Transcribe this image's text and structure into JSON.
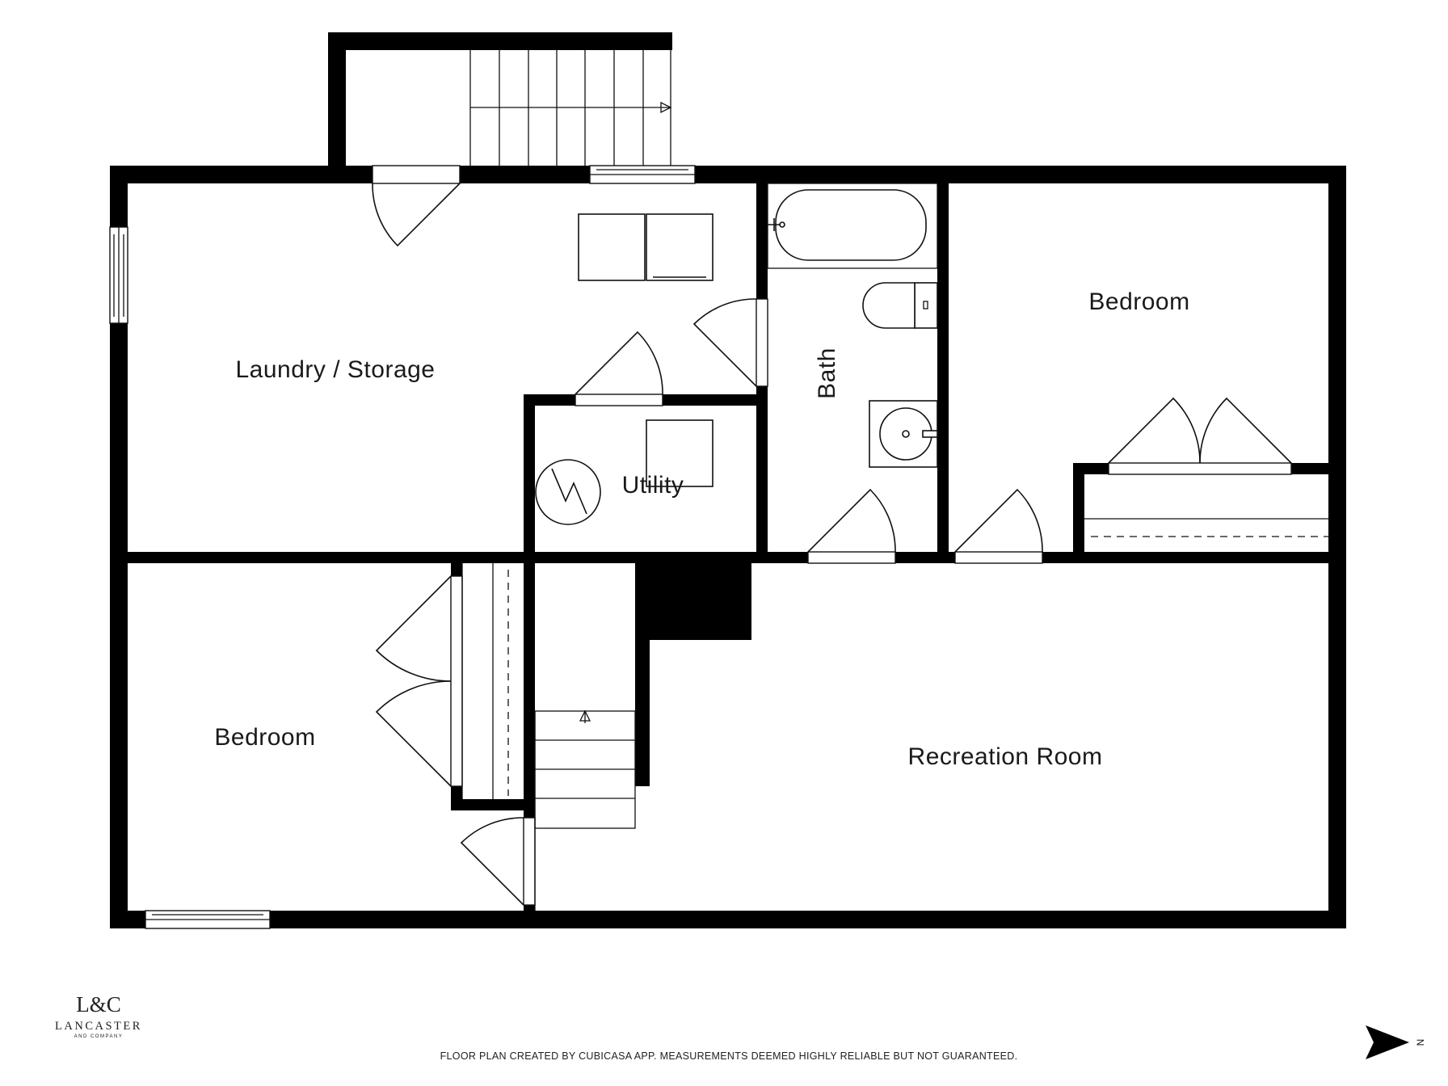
{
  "rooms": {
    "laundry_storage": "Laundry / Storage",
    "utility": "Utility",
    "bath": "Bath",
    "bedroom_east": "Bedroom",
    "bedroom_west": "Bedroom",
    "recreation_room": "Recreation Room"
  },
  "logo": {
    "monogram": "L&C",
    "name": "LANCASTER",
    "tagline": "AND COMPANY"
  },
  "footer": {
    "disclaimer": "FLOOR PLAN CREATED BY CUBICASA APP. MEASUREMENTS DEEMED HIGHLY RELIABLE BUT NOT GUARANTEED."
  },
  "compass": {
    "label": "N",
    "icon": "north-arrow-icon"
  },
  "colors": {
    "wall": "#000000",
    "background": "#ffffff"
  }
}
